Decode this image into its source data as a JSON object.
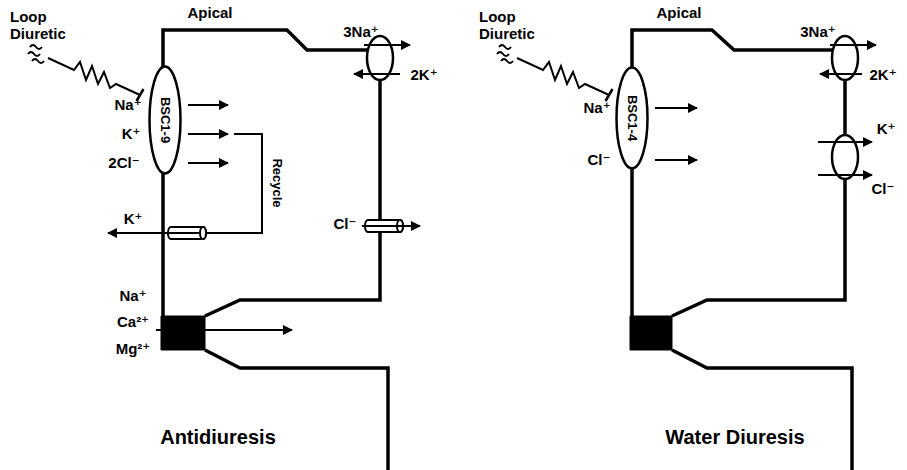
{
  "diagram": {
    "nodes": [
      {
        "text": [
          "BSC1-9"
        ]
      },
      {
        "text": [
          "BSC1-4"
        ]
      }
    ],
    "labels": [
      "Loop Diuretic",
      "Apical",
      "Na⁺",
      "K⁺",
      "2Cl⁻",
      "Recycle",
      "K⁺",
      "3Na⁺",
      "2K⁺",
      "Cl⁻",
      "Na⁺",
      "Ca²⁺",
      "Mg²⁺",
      "Antidiuresis",
      "Loop Diuretic",
      "Apical",
      "Na⁺",
      "Cl⁻",
      "3Na⁺",
      "2K⁺",
      "K⁺",
      "Cl⁻",
      "Water Diuresis"
    ]
  }
}
